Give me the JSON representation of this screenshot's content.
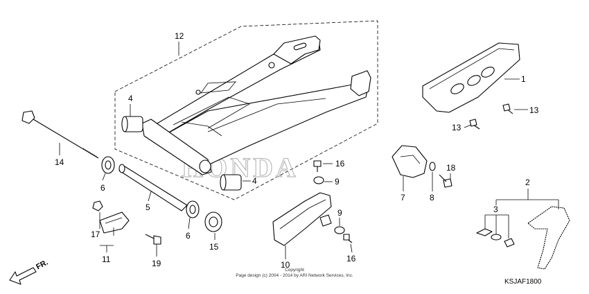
{
  "diagram": {
    "callouts": {
      "c1": "1",
      "c2": "2",
      "c3": "3",
      "c4a": "4",
      "c4b": "4",
      "c5": "5",
      "c6a": "6",
      "c6b": "6",
      "c7": "7",
      "c8": "8",
      "c9a": "9",
      "c9b": "9",
      "c10": "10",
      "c11": "11",
      "c12": "12",
      "c13a": "13",
      "c13b": "13",
      "c14": "14",
      "c15": "15",
      "c16a": "16",
      "c16b": "16",
      "c17": "17",
      "c18": "18",
      "c19": "19"
    },
    "direction_label": "FR.",
    "copyright_line1": "Copyright",
    "copyright_line2": "Page design (c) 2004 - 2014 by ARI Network Services, Inc.",
    "diagram_code": "KSJAF1800",
    "watermark": "HONDA"
  }
}
